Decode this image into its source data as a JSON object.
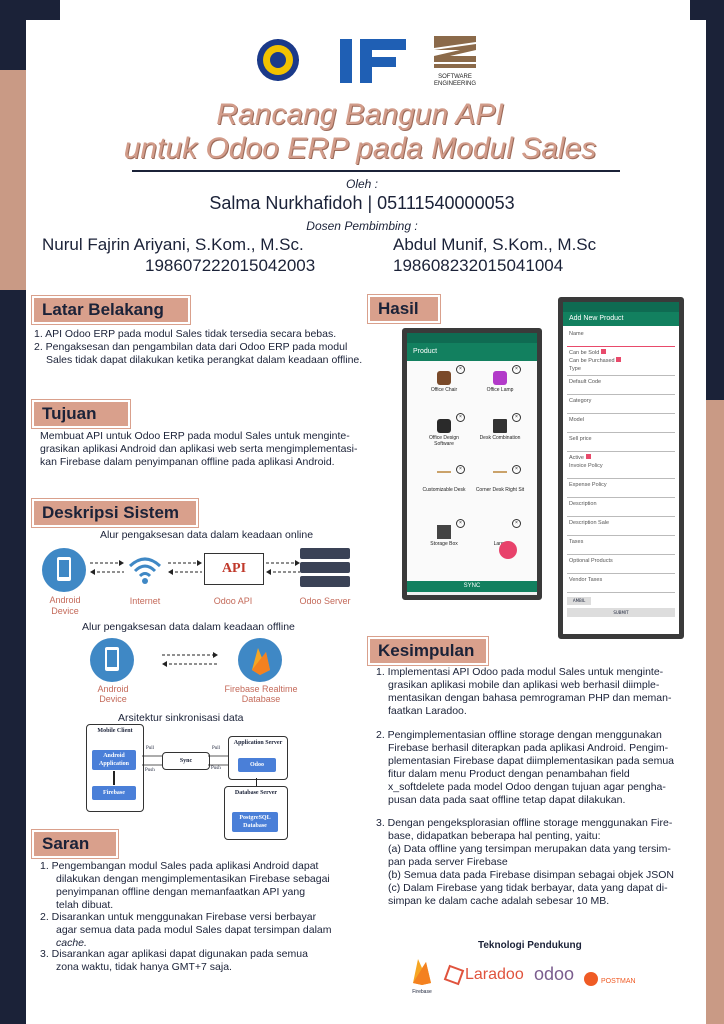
{
  "header": {
    "logo_software": "SOFTWARE\nENGINEERING",
    "title_line1": "Rancang Bangun API",
    "title_line2": "untuk Odoo ERP pada Modul Sales",
    "by": "Oleh :",
    "author": "Salma Nurkhafidoh | 05111540000053",
    "supervisor_label": "Dosen Pembimbing :",
    "supervisor1_name": "Nurul Fajrin Ariyani, S.Kom., M.Sc.",
    "supervisor1_id": "198607222015042003",
    "supervisor2_name": "Abdul Munif, S.Kom., M.Sc",
    "supervisor2_id": "198608232015041004"
  },
  "latar": {
    "heading": "Latar Belakang",
    "item1": "1. API Odoo ERP pada modul Sales tidak tersedia secara bebas.",
    "item2a": "2. Pengaksesan dan pengambilan data dari Odoo ERP pada modul",
    "item2b": "Sales tidak dapat dilakukan ketika perangkat dalam keadaan offline."
  },
  "tujuan": {
    "heading": "Tujuan",
    "line1": "Membuat API untuk Odoo ERP pada modul Sales untuk menginte-",
    "line2": "grasikan aplikasi Android dan aplikasi web serta mengimplementasi-",
    "line3": "kan Firebase dalam penyimpanan offline pada aplikasi Android."
  },
  "deskripsi": {
    "heading": "Deskripsi Sistem",
    "online_caption": "Alur pengaksesan data dalam keadaan online",
    "android_device": "Android Device",
    "internet": "Internet",
    "api_box": "API",
    "odoo_api": "Odoo API",
    "odoo_server": "Odoo Server",
    "offline_caption": "Alur pengaksesan data dalam keadaan offline",
    "firebase_db": "Firebase Realtime Database",
    "sync_caption": "Arsitektur sinkronisasi data",
    "mobile_client": "Mobile Client",
    "android_app": "Android Application",
    "firebase": "Firebase",
    "sync": "Sync",
    "app_server": "Application Server",
    "odoo": "Odoo",
    "db_server": "Database Server",
    "postgres": "PostgreSQL Database",
    "pull": "Pull",
    "push": "Push"
  },
  "saran": {
    "heading": "Saran",
    "s1a": "1.  Pengembangan modul Sales pada aplikasi Android dapat",
    "s1b": "dilakukan dengan mengimplementasikan Firebase sebagai",
    "s1c": "penyimpanan offline dengan memanfaatkan API yang",
    "s1d": "telah dibuat.",
    "s2a": "2.  Disarankan untuk menggunakan Firebase versi berbayar",
    "s2b": "agar semua data pada modul Sales dapat tersimpan dalam",
    "s2c": "cache.",
    "s3a": "3.  Disarankan agar aplikasi dapat digunakan pada semua",
    "s3b": "zona waktu, tidak hanya GMT+7 saja."
  },
  "hasil": {
    "heading": "Hasil",
    "phone1_title": "Product",
    "products": [
      "Office Chair",
      "Office Lamp",
      "Office Design Software",
      "Desk Combination",
      "Customizable Desk",
      "Corner Desk Right Sit",
      "Storage Box",
      "Large"
    ],
    "sync_btn": "SYNC",
    "phone2_title": "Add New Product",
    "fields": [
      "Name",
      "Can be Sold",
      "Can be Purchased",
      "Type",
      "Default Code",
      "Category",
      "Model",
      "Sell price",
      "Active",
      "Invoice Policy",
      "Expense Policy",
      "Description",
      "Description Sale",
      "Taxes",
      "Optional Products",
      "Vendor Taxes"
    ],
    "ambil_btn": "AMBIL",
    "submit_btn": "SUBMIT"
  },
  "kesimpulan": {
    "heading": "Kesimpulan",
    "k1": [
      "1. Implementasi API Odoo pada modul Sales untuk menginte-",
      "grasikan aplikasi mobile dan aplikasi web berhasil diimple-",
      "mentasikan dengan bahasa pemrograman PHP dan meman-",
      "faatkan Laradoo."
    ],
    "k2": [
      "2. Pengimplementasian offline storage dengan menggunakan",
      "Firebase berhasil diterapkan pada aplikasi Android. Pengim-",
      "plementasian Firebase dapat diimplementasikan pada semua",
      "fitur dalam menu Product dengan penambahan field",
      "x_softdelete pada model Odoo dengan tujuan agar pengha-",
      "pusan data pada saat offline tetap dapat dilakukan."
    ],
    "k3": [
      "3. Dengan pengeksplorasian offline storage menggunakan Fire-",
      "base, didapatkan beberapa hal penting, yaitu:",
      "(a) Data offline yang tersimpan merupakan data yang tersim-",
      "pan pada server Firebase",
      "(b) Semua data pada Firebase disimpan sebagai objek JSON",
      "(c) Dalam Firebase yang tidak berbayar, data yang dapat di-",
      "simpan ke dalam cache adalah sebesar 10 MB."
    ]
  },
  "teknologi": {
    "heading": "Teknologi Pendukung",
    "firebase": "Firebase",
    "laradoo": "Laradoo",
    "odoo": "odoo",
    "postman": "POSTMAN"
  },
  "colors": {
    "navy": "#1b2238",
    "tan": "#d9a08c",
    "green": "#12805f"
  }
}
